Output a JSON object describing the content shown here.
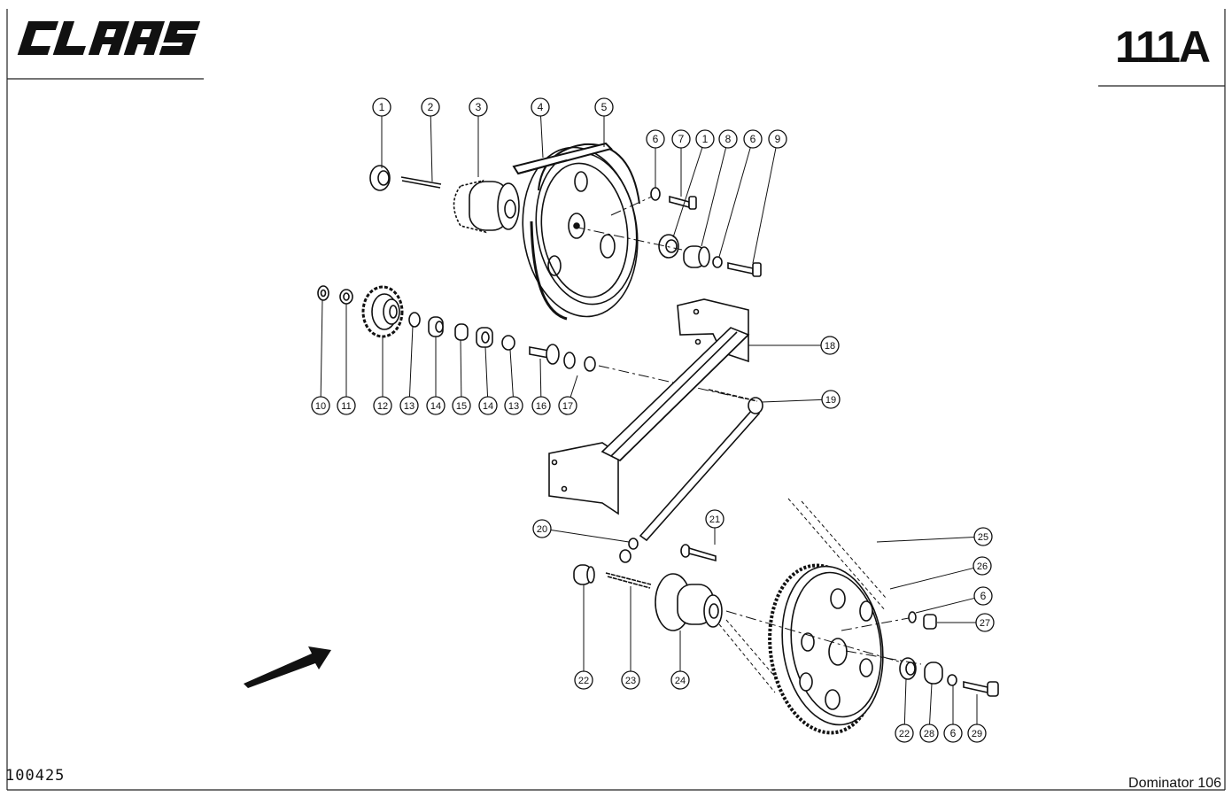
{
  "header": {
    "brand": "CLAAS",
    "page_code": "111A"
  },
  "footer": {
    "doc_number": "100425",
    "model": "Dominator 106"
  },
  "callouts": [
    {
      "label": "1"
    },
    {
      "label": "2"
    },
    {
      "label": "3"
    },
    {
      "label": "4"
    },
    {
      "label": "5"
    },
    {
      "label": "6"
    },
    {
      "label": "7"
    },
    {
      "label": "1"
    },
    {
      "label": "8"
    },
    {
      "label": "6"
    },
    {
      "label": "9"
    },
    {
      "label": "10"
    },
    {
      "label": "11"
    },
    {
      "label": "12"
    },
    {
      "label": "13"
    },
    {
      "label": "14"
    },
    {
      "label": "15"
    },
    {
      "label": "14"
    },
    {
      "label": "13"
    },
    {
      "label": "16"
    },
    {
      "label": "17"
    },
    {
      "label": "18"
    },
    {
      "label": "19"
    },
    {
      "label": "20"
    },
    {
      "label": "21"
    },
    {
      "label": "25"
    },
    {
      "label": "26"
    },
    {
      "label": "6"
    },
    {
      "label": "27"
    },
    {
      "label": "22"
    },
    {
      "label": "23"
    },
    {
      "label": "24"
    },
    {
      "label": "22"
    },
    {
      "label": "28"
    },
    {
      "label": "6"
    },
    {
      "label": "29"
    }
  ]
}
